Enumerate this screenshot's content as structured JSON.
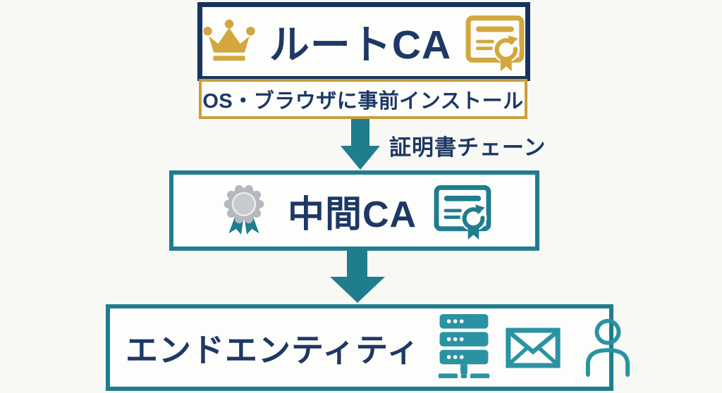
{
  "root_ca": {
    "label": "ルートCA",
    "note": "OS・ブラウザに事前インストール",
    "icons": [
      "crown-icon",
      "certificate-icon"
    ]
  },
  "chain": {
    "label": "証明書チェーン"
  },
  "intermediate_ca": {
    "label": "中間CA",
    "icons": [
      "medal-icon",
      "certificate-icon"
    ]
  },
  "end_entity": {
    "label": "エンドエンティティ",
    "icons": [
      "server-icon",
      "email-icon",
      "person-icon"
    ]
  },
  "arrows": [
    "arrow-down-icon",
    "arrow-down-icon"
  ],
  "colors": {
    "background": "#f8f8f5",
    "navy_text": "#1d3864",
    "navy_border": "#17335f",
    "gold_border": "#c99e3c",
    "gold_icon": "#d3a73e",
    "teal_border": "#1f7d8e",
    "teal_icon": "#2a93a3",
    "silver_icon": "#b5b9be"
  }
}
